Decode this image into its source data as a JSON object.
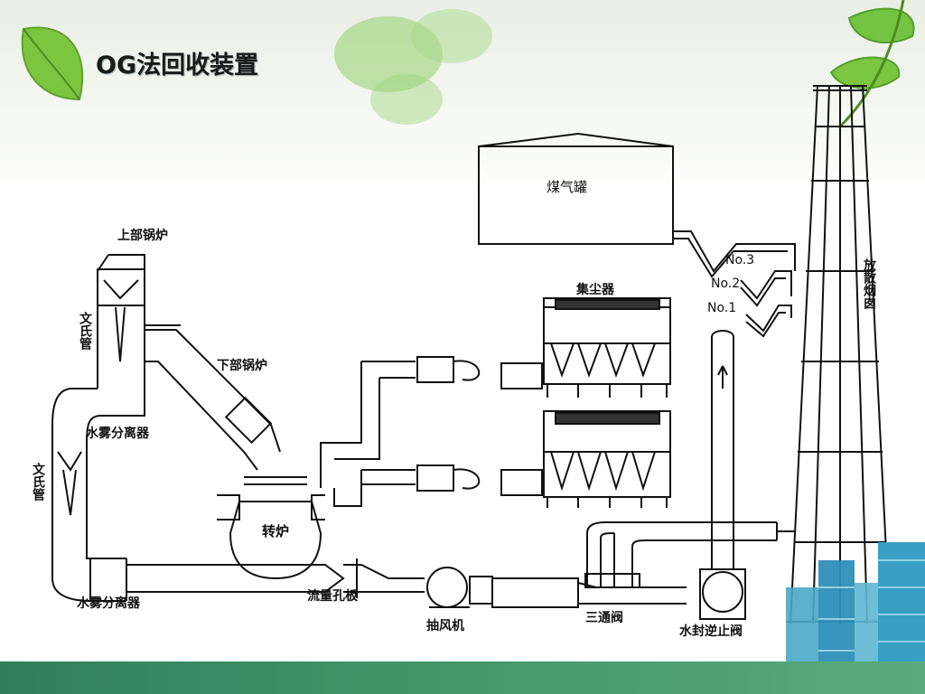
{
  "slide": {
    "title": "OG法回收装置"
  },
  "diagram": {
    "labels": {
      "gas_holder": "煤气罐",
      "upper_boiler": "上部锅炉",
      "lower_boiler": "下部锅炉",
      "venturi_top": "文氏管",
      "venturi_bottom": "文氏管",
      "separator_top": "水雾分离器",
      "separator_bottom": "水雾分离器",
      "converter": "转炉",
      "orifice_plate": "流量孔板",
      "induced_fan": "抽风机",
      "three_way_valve": "三通阀",
      "water_seal_valve": "水封逆止阀",
      "dust_collector": "集尘器",
      "stack": "放散烟囱",
      "no3": "No.3",
      "no2": "No.2",
      "no1": "No.1"
    }
  },
  "colors": {
    "line": "#111111",
    "leaf_green": "#6fbf3a",
    "band_green": "#3f9468",
    "building_blue": "#3aa3c9"
  }
}
